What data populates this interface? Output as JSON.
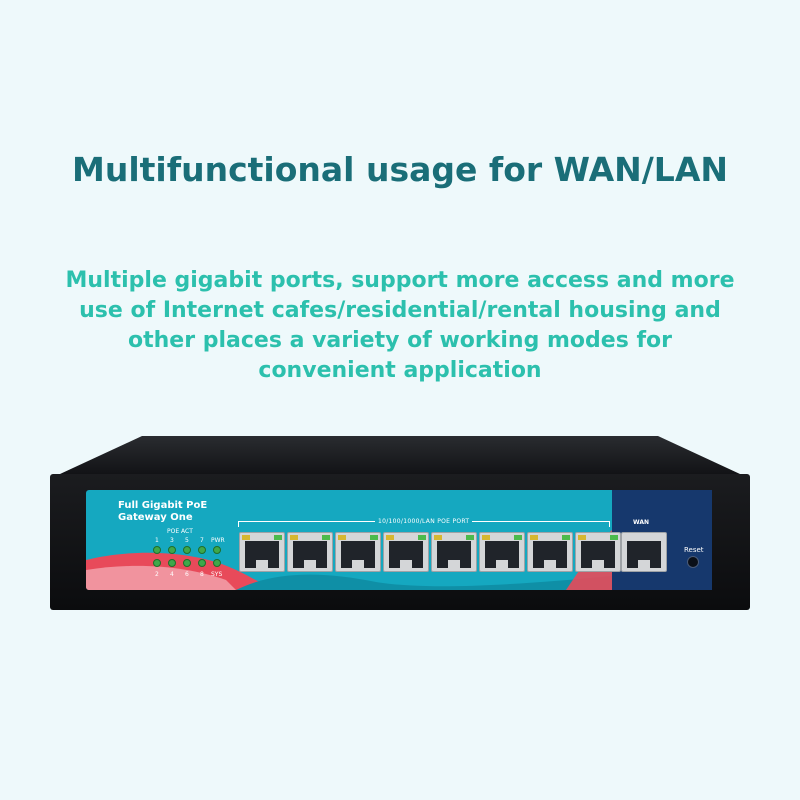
{
  "headline": "Multifunctional usage for WAN/LAN",
  "description": "Multiple gigabit ports, support more access and more use of Internet cafes/residential/rental housing and other places a variety of working modes for convenient application",
  "device": {
    "brand_line1": "Full Gigabit PoE",
    "brand_line2": "Gateway One",
    "led_header": "POE ACT",
    "led_top_numbers": [
      "1",
      "3",
      "5",
      "7",
      "PWR"
    ],
    "led_bottom_numbers": [
      "2",
      "4",
      "6",
      "8",
      "SYS"
    ],
    "lan_label": "10/100/1000/LAN POE PORT",
    "wan_label": "WAN",
    "reset_label": "Reset",
    "lan_port_count": 8
  },
  "colors": {
    "headline": "#1a6e78",
    "description": "#2cc0ad",
    "panel": "#15a8c0",
    "wan_panel": "#16386d",
    "accent_red": "#e84a5a"
  }
}
